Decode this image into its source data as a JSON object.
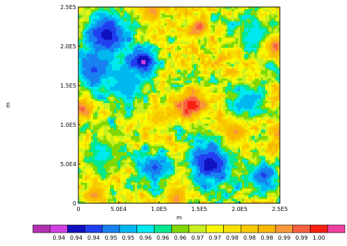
{
  "chart_data": {
    "type": "heatmap",
    "title": "",
    "xlabel": "m",
    "ylabel": "m",
    "xlim": [
      0,
      250000
    ],
    "ylim": [
      0,
      250000
    ],
    "x_ticks": [
      {
        "value": 0,
        "label": "0"
      },
      {
        "value": 50000,
        "label": "5.0E4"
      },
      {
        "value": 100000,
        "label": "1.0E5"
      },
      {
        "value": 150000,
        "label": "1.5E5"
      },
      {
        "value": 200000,
        "label": "2.0E5"
      },
      {
        "value": 250000,
        "label": "2.5E5"
      }
    ],
    "y_ticks": [
      {
        "value": 0,
        "label": "0"
      },
      {
        "value": 50000,
        "label": "5.0E4"
      },
      {
        "value": 100000,
        "label": "1.0E5"
      },
      {
        "value": 150000,
        "label": "1.5E5"
      },
      {
        "value": 200000,
        "label": "2.0E5"
      },
      {
        "value": 250000,
        "label": "2.5E5"
      }
    ],
    "value_range": [
      0.935,
      1.005
    ],
    "colorbar": {
      "colors": [
        "#b030b0",
        "#d040e0",
        "#1010c0",
        "#2040f0",
        "#1880f0",
        "#00b8f0",
        "#00e8f0",
        "#00e890",
        "#80d800",
        "#c8f020",
        "#f8f800",
        "#f8e000",
        "#f8c800",
        "#f8b800",
        "#f89838",
        "#f86040",
        "#f82010",
        "#f040a0"
      ],
      "labels": [
        "0.94",
        "0.94",
        "0.94",
        "0.95",
        "0.95",
        "0.96",
        "0.96",
        "0.96",
        "0.97",
        "0.97",
        "0.98",
        "0.98",
        "0.98",
        "0.99",
        "0.99",
        "1.00"
      ]
    },
    "features": [
      {
        "x": 35000,
        "y": 215000,
        "value": 0.945,
        "radius": 22000
      },
      {
        "x": 80000,
        "y": 180000,
        "value": 0.94,
        "radius": 14000
      },
      {
        "x": 20000,
        "y": 170000,
        "value": 0.95,
        "radius": 20000
      },
      {
        "x": 60000,
        "y": 150000,
        "value": 0.955,
        "radius": 18000
      },
      {
        "x": 140000,
        "y": 125000,
        "value": 1.0,
        "radius": 14000
      },
      {
        "x": 5000,
        "y": 120000,
        "value": 0.995,
        "radius": 9000
      },
      {
        "x": 150000,
        "y": 225000,
        "value": 0.995,
        "radius": 10000
      },
      {
        "x": 165000,
        "y": 50000,
        "value": 0.945,
        "radius": 22000
      },
      {
        "x": 95000,
        "y": 45000,
        "value": 0.95,
        "radius": 15000
      },
      {
        "x": 230000,
        "y": 35000,
        "value": 0.95,
        "radius": 14000
      },
      {
        "x": 210000,
        "y": 130000,
        "value": 0.955,
        "radius": 16000
      },
      {
        "x": 220000,
        "y": 215000,
        "value": 0.96,
        "radius": 16000
      },
      {
        "x": 30000,
        "y": 60000,
        "value": 0.96,
        "radius": 16000
      },
      {
        "x": 195000,
        "y": 90000,
        "value": 0.99,
        "radius": 12000
      },
      {
        "x": 120000,
        "y": 5000,
        "value": 0.99,
        "radius": 10000
      },
      {
        "x": 20000,
        "y": 10000,
        "value": 0.99,
        "radius": 10000
      },
      {
        "x": 245000,
        "y": 200000,
        "value": 0.995,
        "radius": 8000
      },
      {
        "x": 90000,
        "y": 245000,
        "value": 0.99,
        "radius": 10000
      },
      {
        "x": 100000,
        "y": 110000,
        "value": 0.985,
        "radius": 12000
      },
      {
        "x": 250000,
        "y": 90000,
        "value": 0.99,
        "radius": 9000
      }
    ]
  }
}
